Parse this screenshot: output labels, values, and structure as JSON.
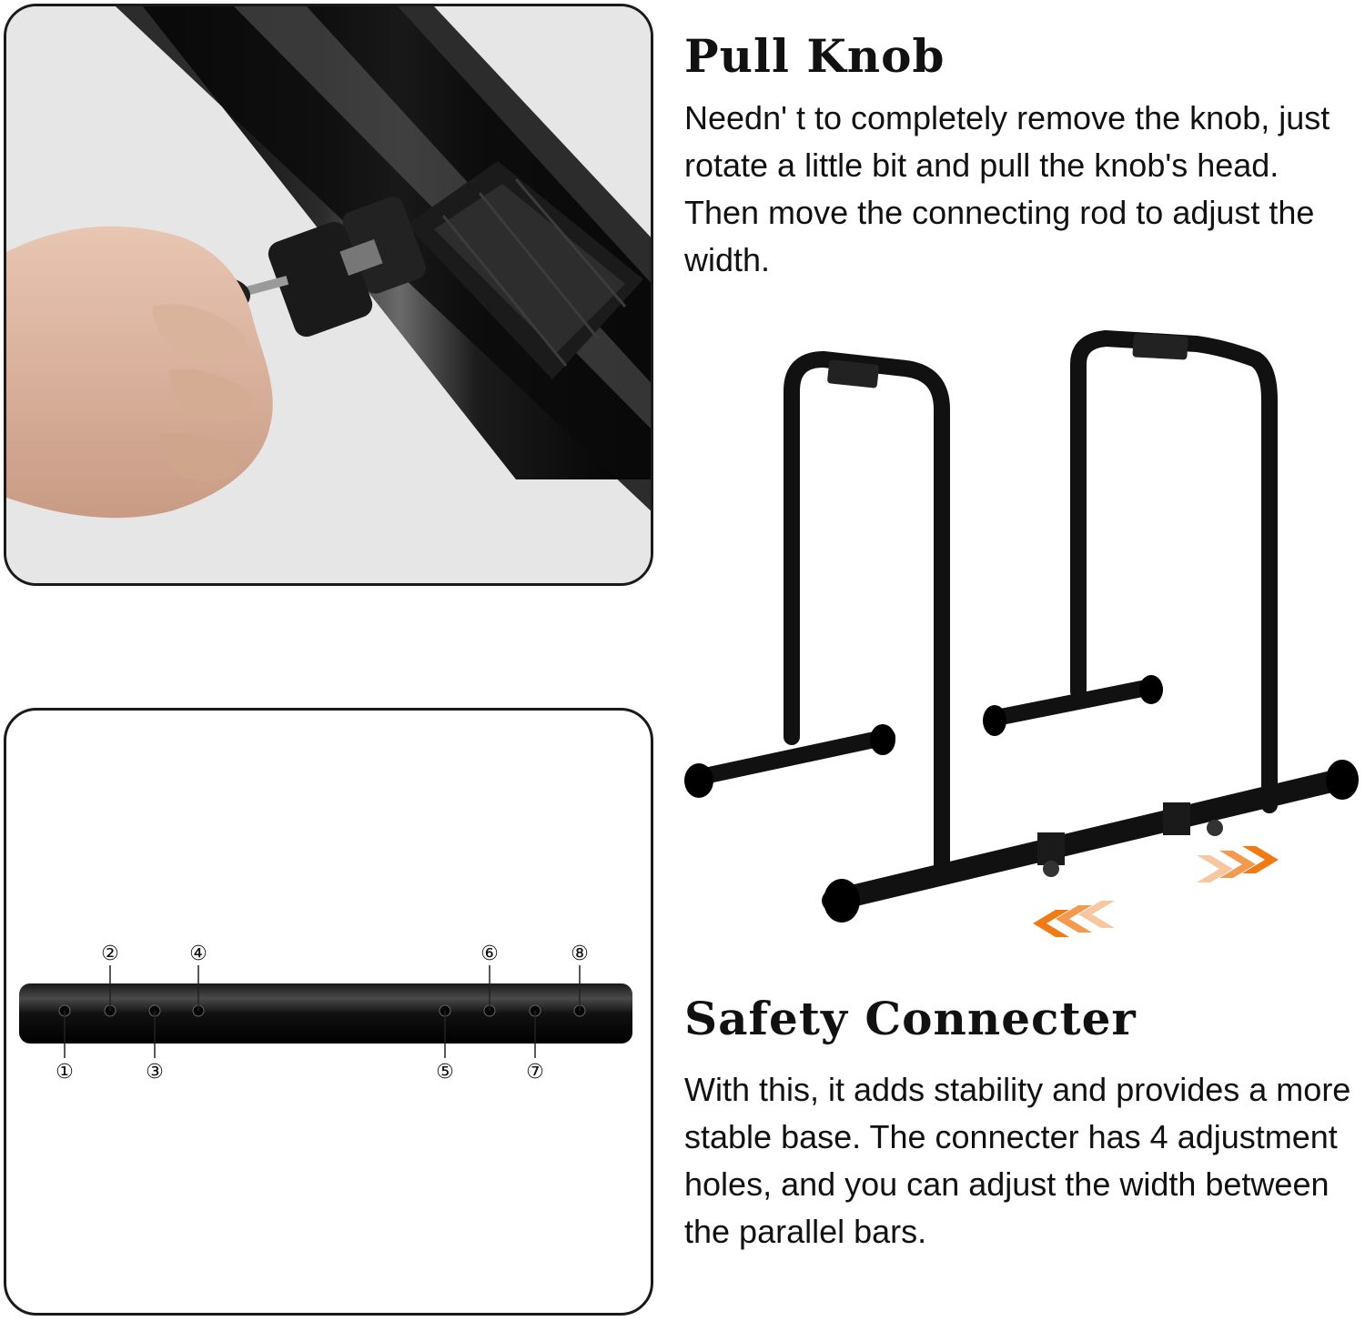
{
  "sections": [
    {
      "title": "Pull Knob",
      "description": "Needn' t to completely remove the knob, just rotate a little bit and pull the knob's head. Then move the connecting rod to adjust the width."
    },
    {
      "title": "Safety Connecter",
      "description": "With this, it adds stability and provides a more stable base. The connecter has 4 adjustment holes, and you can adjust the width between the parallel bars."
    }
  ],
  "hole_markers": [
    "①",
    "②",
    "③",
    "④",
    "⑤",
    "⑥",
    "⑦",
    "⑧"
  ],
  "colors": {
    "arrow_orange": "#f07a14",
    "arrow_light": "#f6c7a0",
    "frame_black": "#111111"
  }
}
